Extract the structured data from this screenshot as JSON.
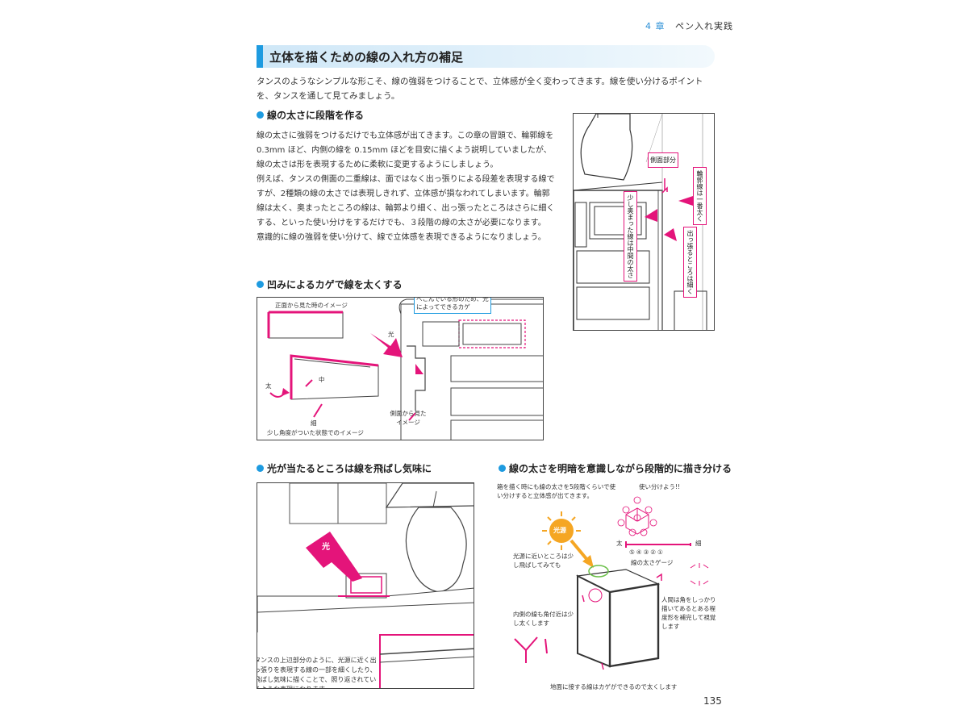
{
  "header": {
    "chapter_no": "4 章",
    "chapter_title": "ペン入れ実践"
  },
  "section_title": "立体を描くための線の入れ方の補足",
  "intro": "タンスのようなシンプルな形こそ、線の強弱をつけることで、立体感が全く変わってきます。線を使い分けるポイントを、タンスを通して見てみましょう。",
  "sections": {
    "thickness": {
      "heading": "線の太さに段階を作る",
      "paragraphs": [
        "線の太さに強弱をつけるだけでも立体感が出てきます。この章の冒頭で、輪郭線を 0.3mm ほど、内側の線を 0.15mm ほどを目安に描くよう説明していましたが、線の太さは形を表現するために柔軟に変更するようにしましょう。",
        "例えば、タンスの側面の二重線は、面ではなく出っ張りによる段差を表現する線ですが、2種類の線の太さでは表現しきれず、立体感が損なわれてしまいます。輪郭線は太く、奥まったところの線は、輪郭より細く、出っ張ったところはさらに細くする、といった使い分けをするだけでも、３段階の線の太さが必要になります。",
        "意識的に線の強弱を使い分けて、線で立体感を表現できるようになりましょう。"
      ],
      "figure_labels": {
        "side": "側面部分",
        "outline": "輪郭線は一番太く",
        "recess": "少し奥まった線は中間の太さ",
        "protrude": "出っ張るところは細く"
      }
    },
    "recess": {
      "heading": "凹みによるカゲで線を太くする",
      "labels": {
        "front_view": "正面から見た時のイメージ",
        "note": "へこんでいる形のため、光によってできるカゲ",
        "light": "光",
        "thick": "太",
        "mid": "中",
        "thin": "細",
        "side_view": "側面から見た イメージ",
        "angled": "少し角度がついた状態でのイメージ"
      }
    },
    "light": {
      "heading": "光が当たるところは線を飛ばし気味に",
      "light_label": "光",
      "caption": "タンスの上辺部分のように、光源に近く出っ張りを表現する線の一部を細くしたり、飛ばし気味に描くことで、照り返されているような表現になります。"
    },
    "shading": {
      "heading": "線の太さを明暗を意識しながら段階的に描き分ける",
      "note_top": "箱を描く時にも線の太さを5段階くらいで使い分けすると立体感が出てきます。",
      "use_label": "使い分けよう!!",
      "light_source": "光源",
      "near_light": "光源に近いところは少し飛ばしてみても",
      "thick": "太",
      "thin": "細",
      "scale_numbers": [
        "⑤",
        "④",
        "③",
        "②",
        "①"
      ],
      "gauge_label": "線の太さゲージ",
      "inner_corner": "内側の線も角付近は少し太くします",
      "human_note": "人間は角をしっかり描いてあるとある程度形を補完して視覚します",
      "ground_note": "地面に接する線はカゲができるので太くします"
    }
  },
  "page_number": "135",
  "colors": {
    "accent": "#1e9be0",
    "highlight": "#e4147a",
    "sun": "#f5a623"
  }
}
